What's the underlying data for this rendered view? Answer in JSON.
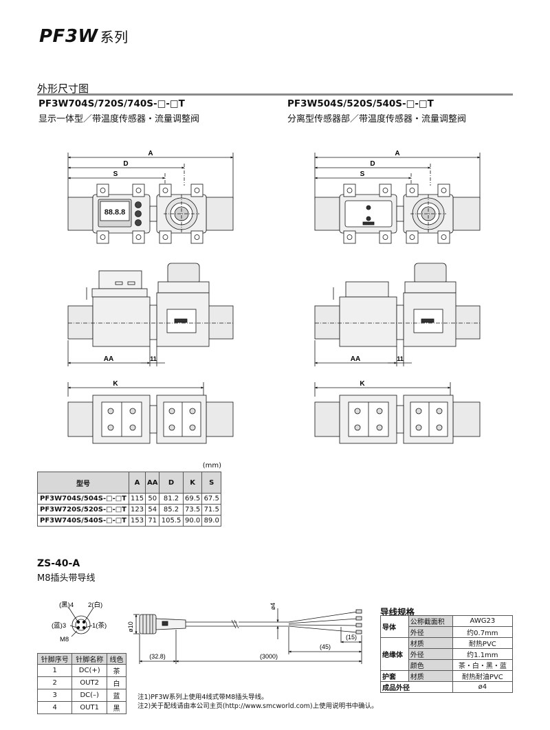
{
  "series": {
    "code": "PF3W",
    "suffix": "系列"
  },
  "section_title": "外形尺寸图",
  "left_model": {
    "title": "PF3W704S/720S/740S-□-□T",
    "subtitle": "显示一体型／带温度传感器・流量调整阀"
  },
  "right_model": {
    "title": "PF3W504S/520S/540S-□-□T",
    "subtitle": "分离型传感器部／带温度传感器・流量调整阀"
  },
  "dim_labels": {
    "A": "A",
    "D": "D",
    "S": "S",
    "AA": "AA",
    "K": "K",
    "eleven": "11"
  },
  "display_digits": "88.8.8",
  "dim_table": {
    "unit": "(mm)",
    "headers": [
      "型号",
      "A",
      "AA",
      "D",
      "K",
      "S"
    ],
    "rows": [
      [
        "PF3W704S/504S-□-□T",
        "115",
        "50",
        "81.2",
        "69.5",
        "67.5"
      ],
      [
        "PF3W720S/520S-□-□T",
        "123",
        "54",
        "85.2",
        "73.5",
        "71.5"
      ],
      [
        "PF3W740S/540S-□-□T",
        "153",
        "71",
        "105.5",
        "90.0",
        "89.0"
      ]
    ]
  },
  "zs": {
    "title": "ZS-40-A",
    "subtitle": "M8插头带导线",
    "pins": {
      "p4": "(黑)4",
      "p2": "2(白)",
      "p3": "(蓝)3",
      "p1": "1(茶)",
      "m8": "M8"
    },
    "cable_dims": {
      "d10": "ø10",
      "d4": "ø4",
      "l328": "(32.8)",
      "l3000": "(3000)",
      "l45": "(45)",
      "l15": "(15)"
    }
  },
  "pin_table": {
    "headers": [
      "针脚序号",
      "针脚名称",
      "线色"
    ],
    "rows": [
      [
        "1",
        "DC(+)",
        "茶"
      ],
      [
        "2",
        "OUT2",
        "白"
      ],
      [
        "3",
        "DC(–)",
        "蓝"
      ],
      [
        "4",
        "OUT1",
        "黑"
      ]
    ]
  },
  "spec": {
    "title": "导线规格",
    "g_conductor": "导体",
    "g_insulator": "绝缘体",
    "g_sheath": "护套",
    "g_outer": "成品外径",
    "r_area": {
      "attr": "公称截面积",
      "val": "AWG23"
    },
    "r_cod": {
      "attr": "外径",
      "val": "约0.7mm"
    },
    "r_imat": {
      "attr": "材质",
      "val": "耐热PVC"
    },
    "r_iod": {
      "attr": "外径",
      "val": "约1.1mm"
    },
    "r_color": {
      "attr": "颜色",
      "val": "茶・白・黑・蓝"
    },
    "r_smat": {
      "attr": "材质",
      "val": "耐热耐油PVC"
    },
    "r_outer": {
      "val": "ø4"
    }
  },
  "notes": [
    "注1)PF3W系列上使用4线式带M8插头导线。",
    "注2)关于配线请由本公司主页(http://www.smcworld.com)上使用说明书中确认。"
  ]
}
